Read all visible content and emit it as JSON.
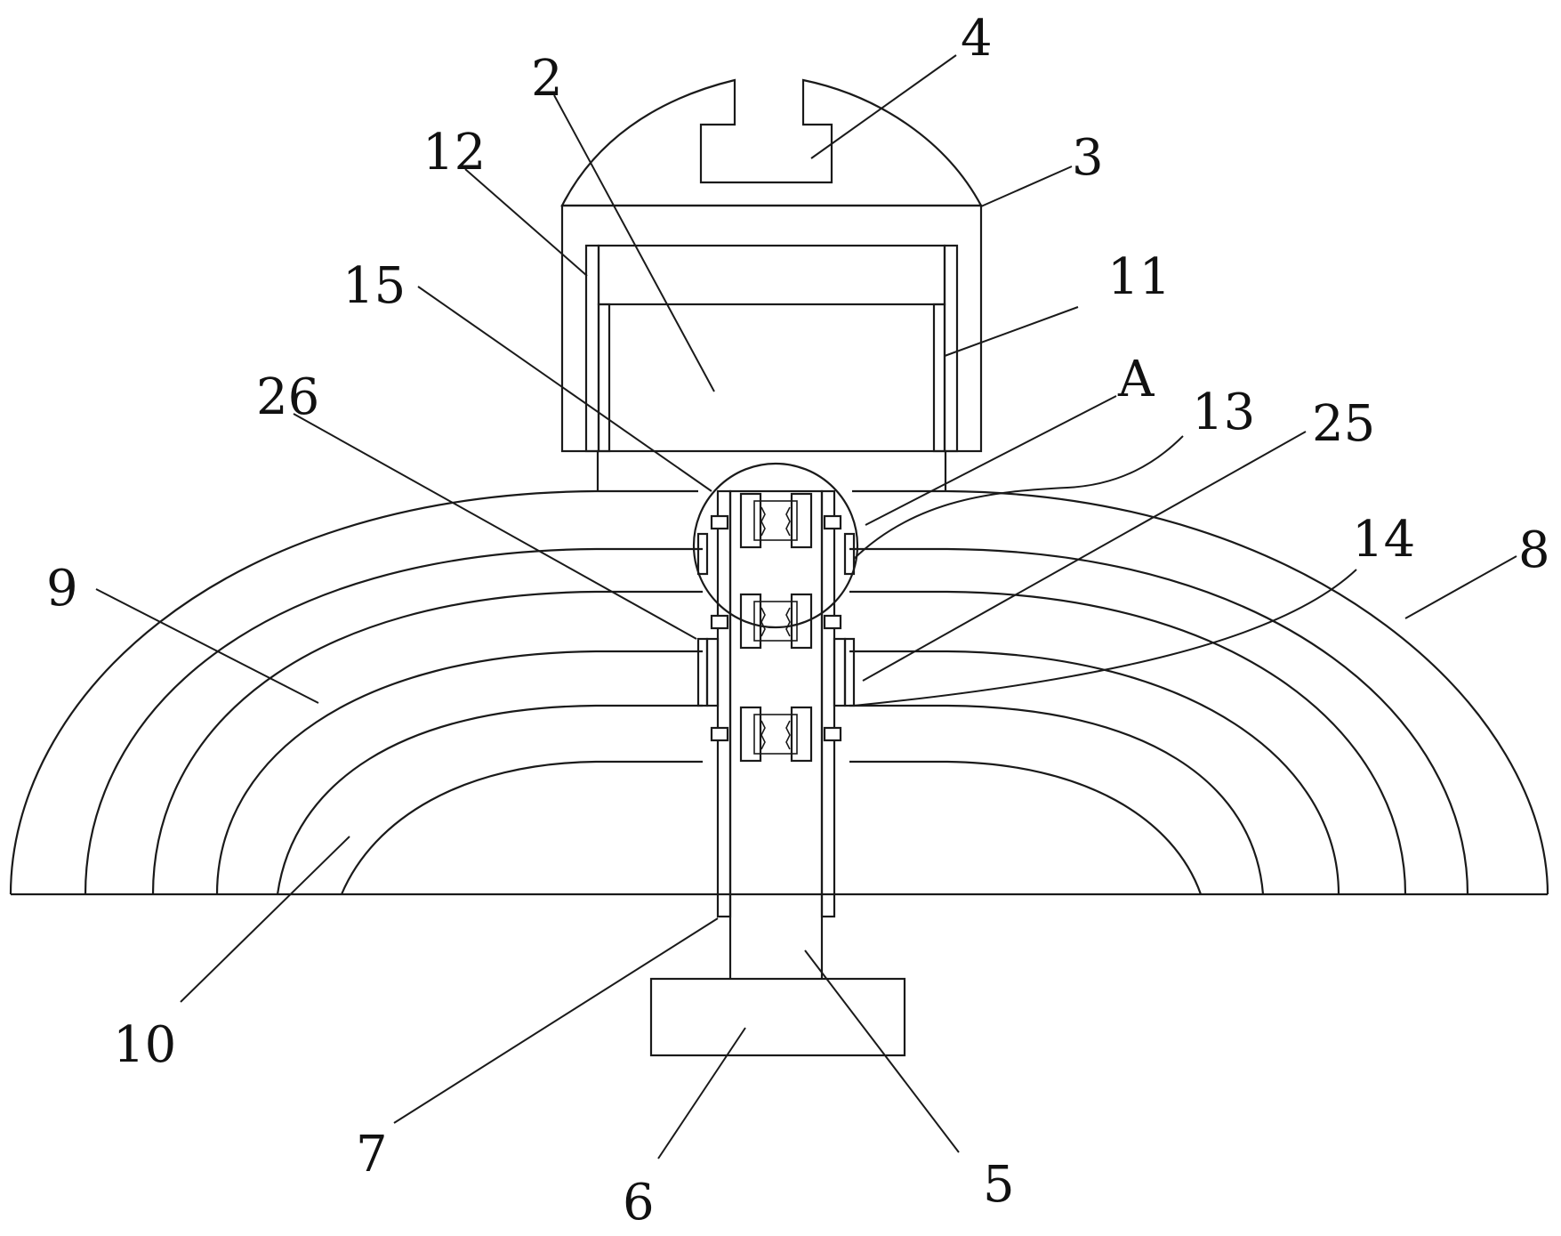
{
  "labels": {
    "l1": "2",
    "l2": "4",
    "l3": "12",
    "l4": "3",
    "l5": "15",
    "l6": "11",
    "l7": "26",
    "l8": "A",
    "l9": "13",
    "l10": "25",
    "l11": "14",
    "l12": "8",
    "l13": "9",
    "l14": "10",
    "l15": "7",
    "l16": "6",
    "l17": "5"
  }
}
